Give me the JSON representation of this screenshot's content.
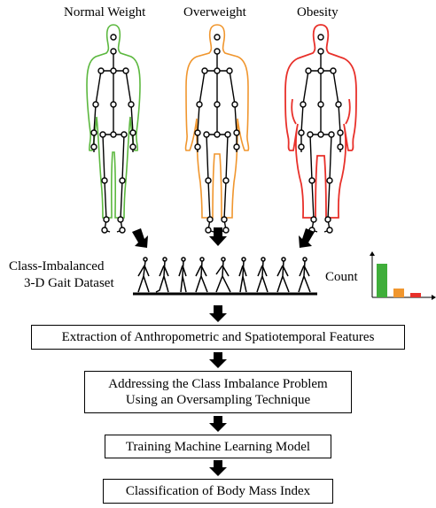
{
  "classes": [
    {
      "label": "Normal Weight",
      "color": "#5cb83f"
    },
    {
      "label": "Overweight",
      "color": "#f0962e"
    },
    {
      "label": "Obesity",
      "color": "#e8302a"
    }
  ],
  "dataset": {
    "line1": "Class-Imbalanced",
    "line2": "3-D Gait Dataset"
  },
  "count_label": "Count",
  "chart_data": {
    "type": "bar",
    "categories": [
      "",
      "",
      ""
    ],
    "values": [
      38,
      10,
      5
    ],
    "colors": [
      "#3fae3a",
      "#f0962e",
      "#e8302a"
    ],
    "ylabel": "Count"
  },
  "steps": [
    "Extraction of Anthropometric and Spatiotemporal Features",
    "Addressing the Class Imbalance Problem",
    "Using an Oversampling Technique",
    "Training Machine Learning Model",
    "Classification of Body Mass Index"
  ]
}
